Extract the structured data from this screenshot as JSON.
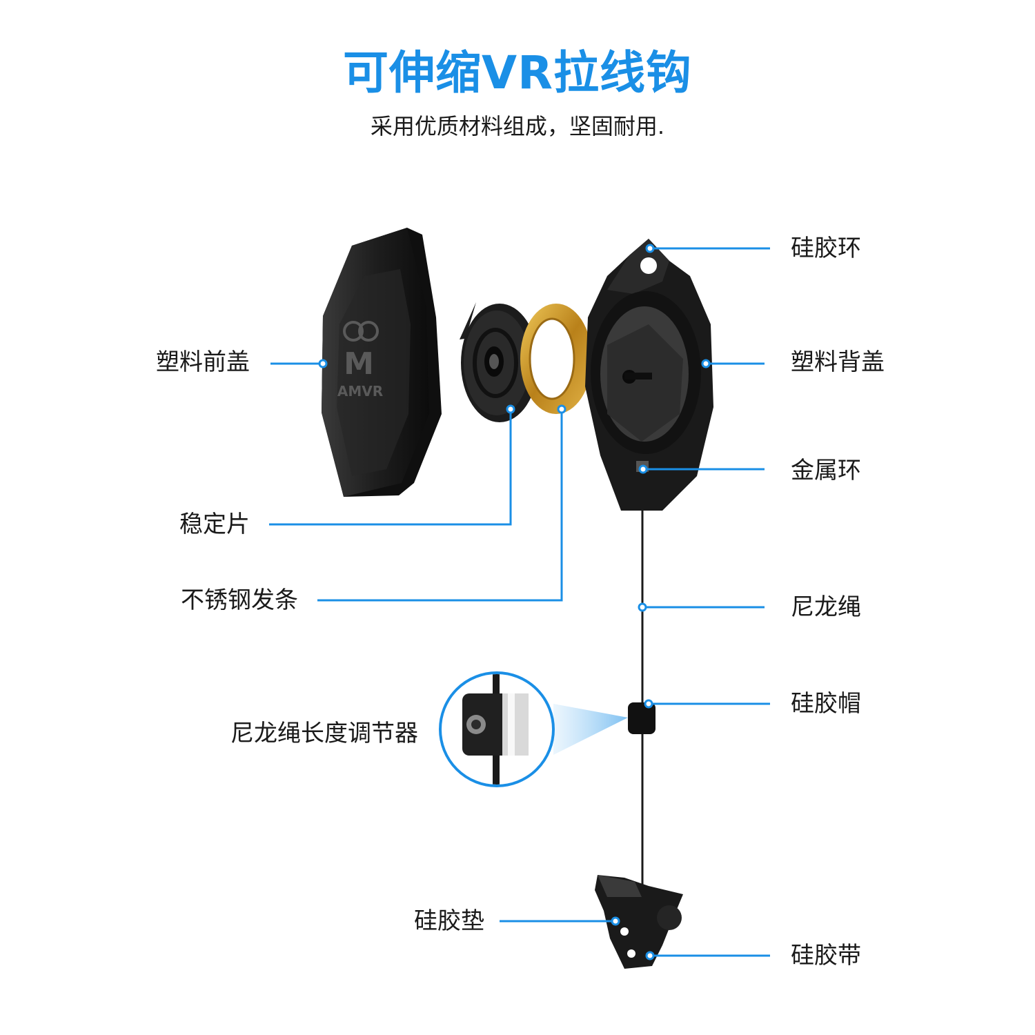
{
  "header": {
    "title": "可伸缩VR拉线钩",
    "subtitle": "采用优质材料组成，坚固耐用."
  },
  "labels": {
    "silicone_ring": "硅胶环",
    "plastic_front_cover": "塑料前盖",
    "plastic_back_cover": "塑料背盖",
    "metal_ring": "金属环",
    "stabilizer": "稳定片",
    "stainless_spring": "不锈钢发条",
    "nylon_rope": "尼龙绳",
    "silicone_cap": "硅胶帽",
    "length_adjuster": "尼龙绳长度调节器",
    "silicone_pad": "硅胶垫",
    "silicone_strap": "硅胶带"
  },
  "cover_logo": {
    "mark": "M",
    "brand": "AMVR"
  },
  "colors": {
    "accent": "#1a8fe6",
    "part": "#1c1c1c",
    "brass": "#c8961e"
  }
}
